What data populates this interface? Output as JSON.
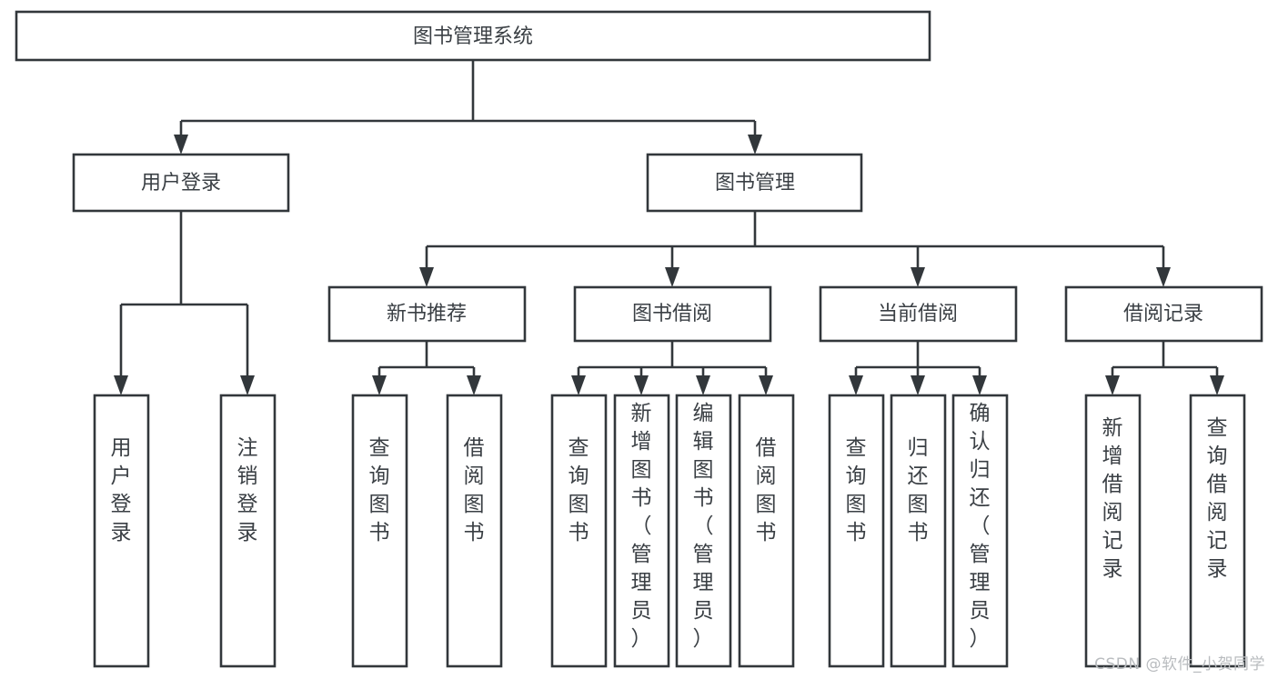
{
  "diagram": {
    "title": "图书管理系统",
    "type": "tree-hierarchy-diagram",
    "watermark": "CSDN @软件_小贺同学",
    "colors": {
      "stroke": "#32373b",
      "fill": "#ffffff",
      "text": "#3a3f44",
      "watermark": "#b9bcbf",
      "background": "#ffffff"
    },
    "root": {
      "label": "图书管理系统"
    },
    "level2": [
      {
        "label": "用户登录"
      },
      {
        "label": "图书管理"
      }
    ],
    "level3": [
      {
        "label": "新书推荐"
      },
      {
        "label": "图书借阅"
      },
      {
        "label": "当前借阅"
      },
      {
        "label": "借阅记录"
      }
    ],
    "leaves": {
      "user_login": [
        {
          "label": "用户登录"
        },
        {
          "label": "注销登录"
        }
      ],
      "new_book_recommend": [
        {
          "label": "查询图书"
        },
        {
          "label": "借阅图书"
        }
      ],
      "book_borrow": [
        {
          "label": "查询图书"
        },
        {
          "label": "新增图书（管理员）"
        },
        {
          "label": "编辑图书（管理员）"
        },
        {
          "label": "借阅图书"
        }
      ],
      "current_borrow": [
        {
          "label": "查询图书"
        },
        {
          "label": "归还图书"
        },
        {
          "label": "确认归还（管理员）"
        }
      ],
      "borrow_record": [
        {
          "label": "新增借阅记录"
        },
        {
          "label": "查询借阅记录"
        }
      ]
    }
  }
}
